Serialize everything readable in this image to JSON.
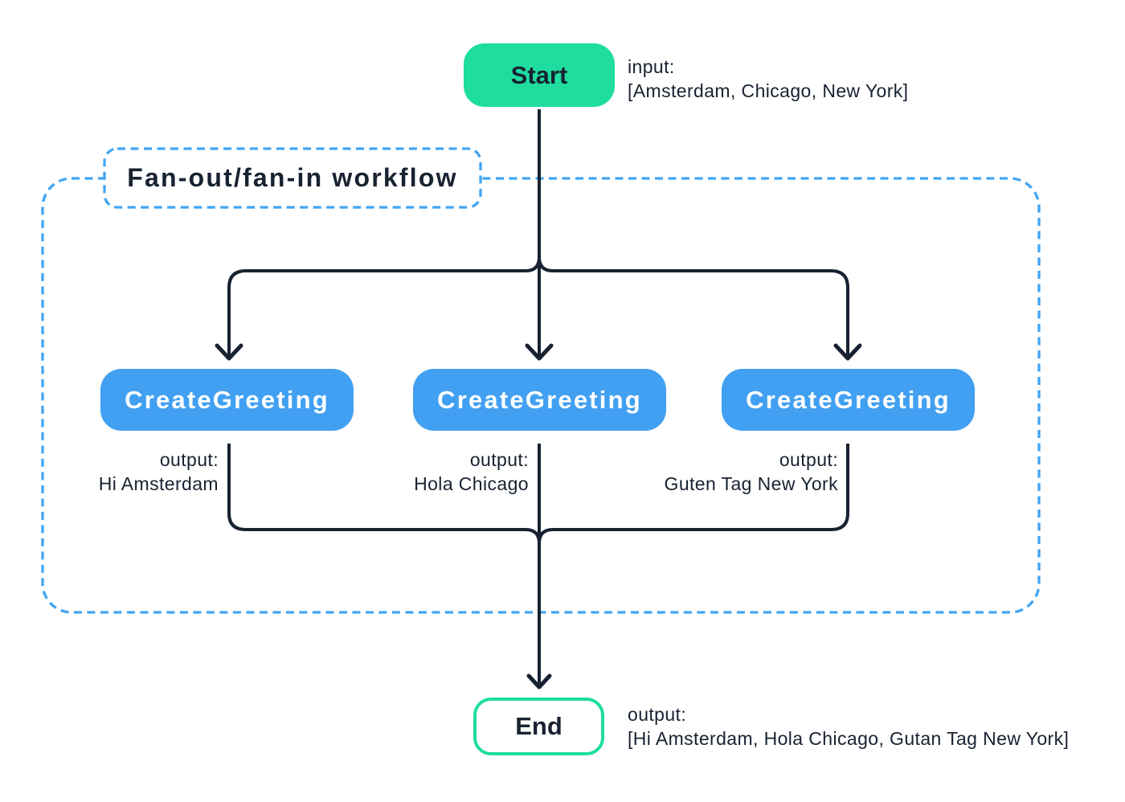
{
  "colors": {
    "green": "#1edd9f",
    "blue": "#41a0f2",
    "dashed": "#42a5f3",
    "ink": "#182231"
  },
  "start": {
    "label": "Start"
  },
  "start_annotation": {
    "title": "input:",
    "value": "[Amsterdam, Chicago, New York]"
  },
  "workflow": {
    "label": "Fan-out/fan-in workflow"
  },
  "branches": [
    {
      "label": "CreateGreeting",
      "output_title": "output:",
      "output_value": "Hi Amsterdam"
    },
    {
      "label": "CreateGreeting",
      "output_title": "output:",
      "output_value": "Hola Chicago"
    },
    {
      "label": "CreateGreeting",
      "output_title": "output:",
      "output_value": "Guten Tag New York"
    }
  ],
  "end": {
    "label": "End"
  },
  "end_annotation": {
    "title": "output:",
    "value": "[Hi Amsterdam, Hola Chicago, Gutan Tag New York]"
  }
}
